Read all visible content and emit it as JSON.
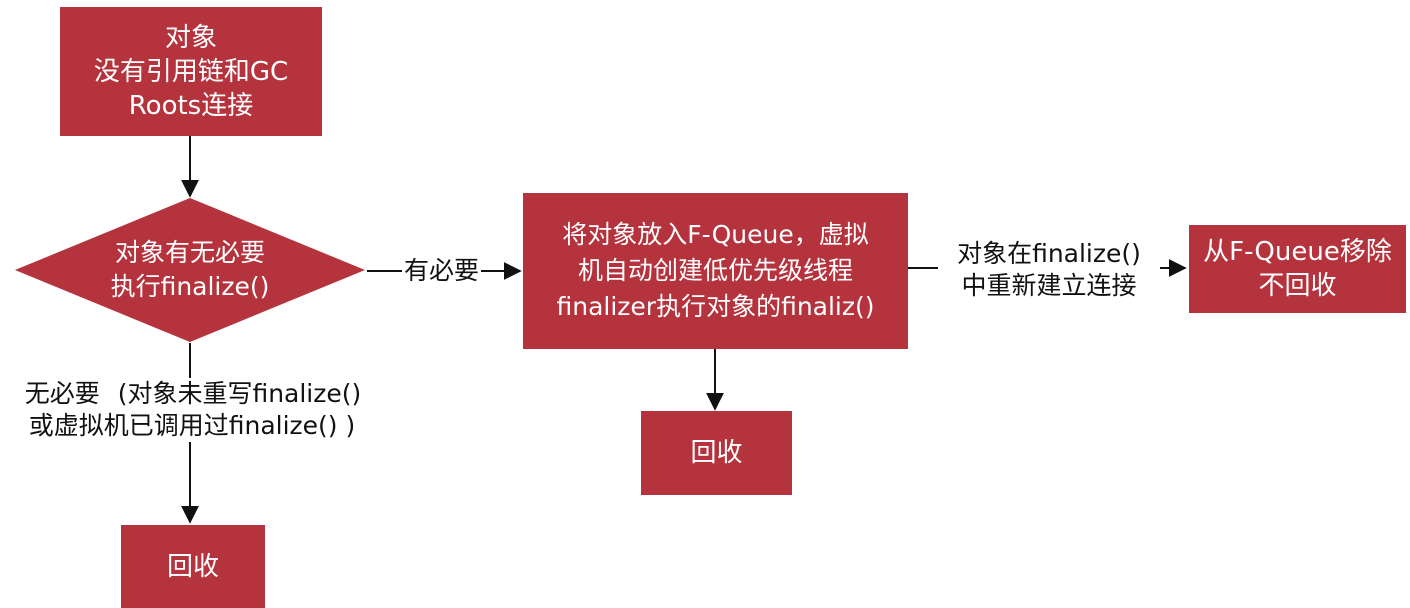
{
  "colors": {
    "node_fill": "#b5333d",
    "node_text": "#ffffff",
    "line": "#111111"
  },
  "nodes": {
    "start": [
      "对象",
      "没有引用链和GC",
      "Roots连接"
    ],
    "decision": [
      "对象有无必要",
      "执行finalize()"
    ],
    "fqueue": [
      "将对象放入F-Queue，虚拟",
      "机自动创建低优先级线程",
      "finalizer执行对象的finaliz()"
    ],
    "remove": [
      "从F-Queue移除",
      "不回收"
    ],
    "recycle_middle": "回收",
    "recycle_bottom": "回收"
  },
  "edges": {
    "necessary": "有必要",
    "not_necessary": [
      "无必要",
      "(对象未重写finalize()",
      "或虚拟机已调用过finalize() )"
    ],
    "reconnect": [
      "对象在finalize()",
      "中重新建立连接"
    ]
  }
}
